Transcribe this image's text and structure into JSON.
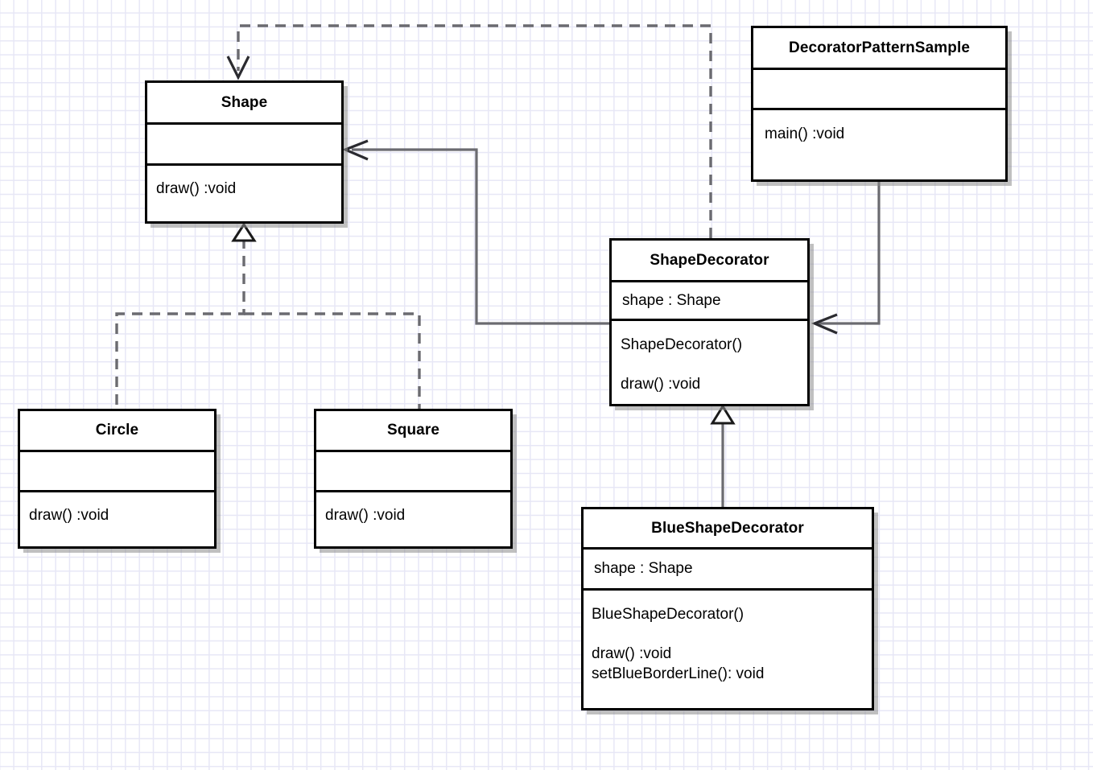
{
  "diagram": {
    "kind": "uml-class-diagram",
    "title_shown": false,
    "background": "#ffffff",
    "grid_color": "#e7e7f6",
    "line_color_solid": "#6b6b70",
    "line_color_dashed": "#6b6b70",
    "border_color": "#000000",
    "text_color": "#000000"
  },
  "classes": {
    "shape": {
      "name": "Shape",
      "attributes": [],
      "operations": [
        "draw() :void"
      ]
    },
    "decorator_pattern_sample": {
      "name": "DecoratorPatternSample",
      "attributes": [],
      "operations": [
        "main() :void"
      ]
    },
    "shape_decorator": {
      "name": "ShapeDecorator",
      "attributes": [
        "shape : Shape"
      ],
      "operations": [
        "ShapeDecorator()",
        "draw() :void"
      ]
    },
    "blue_shape_decorator": {
      "name": "BlueShapeDecorator",
      "attributes": [
        "shape : Shape"
      ],
      "operations": [
        "BlueShapeDecorator()",
        "draw() :void",
        "setBlueBorderLine(): void"
      ]
    },
    "circle": {
      "name": "Circle",
      "attributes": [],
      "operations": [
        "draw() :void"
      ]
    },
    "square": {
      "name": "Square",
      "attributes": [],
      "operations": [
        "draw() :void"
      ]
    }
  },
  "relations": [
    {
      "id": "shapedecorator-implements-shape",
      "from": "ShapeDecorator",
      "to": "Shape",
      "style": "dashed",
      "arrow": "open-v"
    },
    {
      "id": "circle-realizes-shape",
      "from": "Circle",
      "to": "Shape",
      "style": "dashed",
      "arrow": "hollow-triangle"
    },
    {
      "id": "square-realizes-shape",
      "from": "Square",
      "to": "Shape",
      "style": "dashed",
      "arrow": "hollow-triangle"
    },
    {
      "id": "shapedecorator-uses-shape",
      "from": "ShapeDecorator",
      "to": "Shape",
      "style": "solid",
      "arrow": "open-v"
    },
    {
      "id": "decoratorpatternsample-uses-shapedecorator",
      "from": "DecoratorPatternSample",
      "to": "ShapeDecorator",
      "style": "solid",
      "arrow": "open-v"
    },
    {
      "id": "blueshapedecorator-extends-shapedecorator",
      "from": "BlueShapeDecorator",
      "to": "ShapeDecorator",
      "style": "solid",
      "arrow": "hollow-triangle"
    }
  ]
}
